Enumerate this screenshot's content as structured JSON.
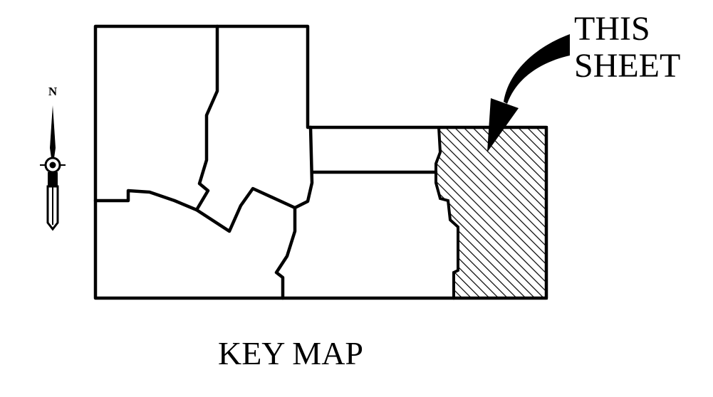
{
  "north_label": "N",
  "annotation_lines": [
    "THIS",
    "SHEET"
  ],
  "caption": "KEY MAP",
  "colors": {
    "ink": "#000000",
    "paper": "#ffffff"
  },
  "icons": {
    "north_arrow": "north-arrow-icon",
    "pointer_arrow": "curved-arrow-icon"
  }
}
